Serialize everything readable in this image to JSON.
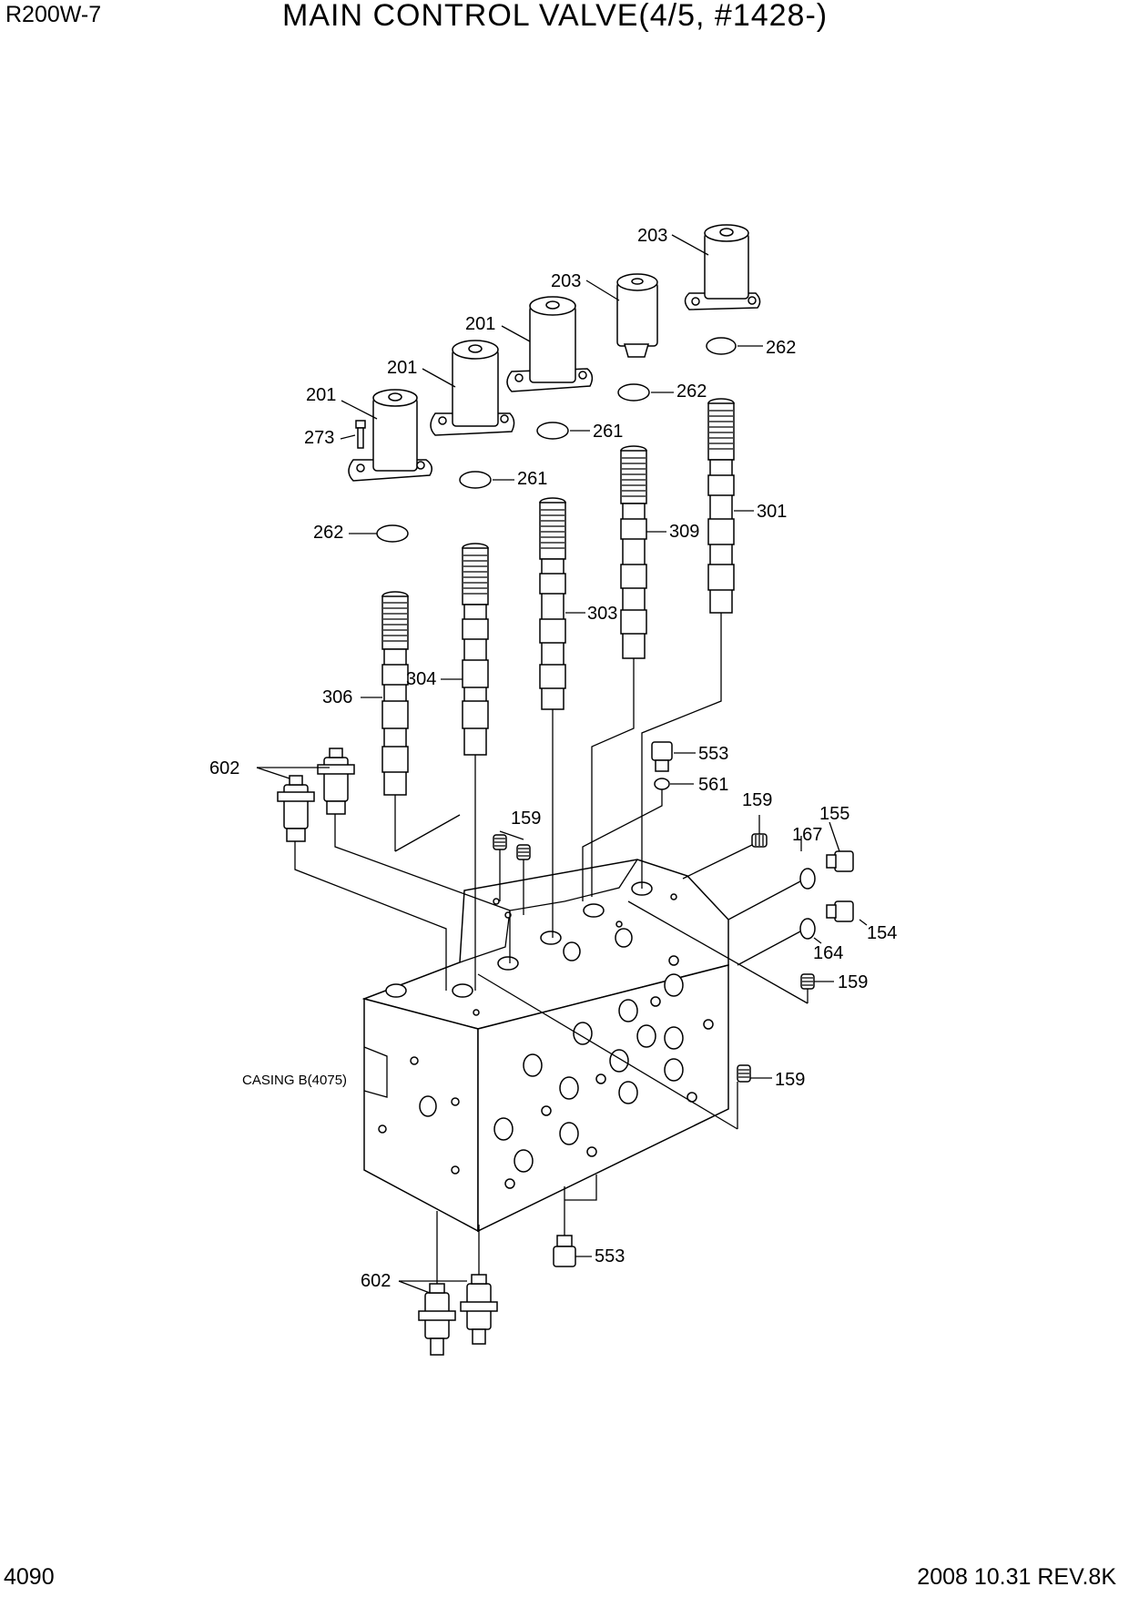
{
  "header": {
    "model": "R200W-7",
    "title": "MAIN CONTROL VALVE(4/5, #1428-)"
  },
  "footer": {
    "page_number": "4090",
    "revision": "2008  10.31  REV.8K"
  },
  "diagram": {
    "casing_label": "CASING B(4075)",
    "callouts": {
      "c203a": "203",
      "c203b": "203",
      "c201a": "201",
      "c201b": "201",
      "c201c": "201",
      "c273": "273",
      "c262a": "262",
      "c262b": "262",
      "c262c": "262",
      "c261a": "261",
      "c261b": "261",
      "c301": "301",
      "c309": "309",
      "c303": "303",
      "c304": "304",
      "c306": "306",
      "c602a": "602",
      "c602b": "602",
      "c553a": "553",
      "c553b": "553",
      "c561": "561",
      "c159a": "159",
      "c159b": "159",
      "c159c": "159",
      "c159d": "159",
      "c155": "155",
      "c167": "167",
      "c154": "154",
      "c164": "164"
    }
  }
}
